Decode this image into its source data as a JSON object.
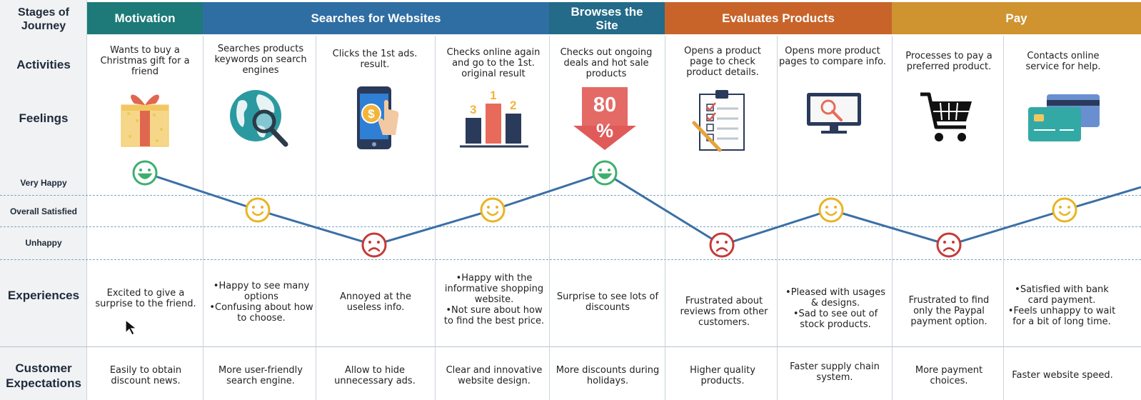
{
  "row_labels": {
    "stages": "Stages of Journey",
    "activities": "Activities",
    "feelings": "Feelings",
    "very_happy": "Very Happy",
    "overall_satisfied": "Overall Satisfied",
    "unhappy": "Unhappy",
    "experiences": "Experiences",
    "expectations": "Customer Expectations"
  },
  "stages": [
    {
      "name": "Motivation",
      "color": "#1d7a78"
    },
    {
      "name": "Searches for Websites",
      "color": "#2f6ea3"
    },
    {
      "name": "Browses the Site",
      "color": "#236b88"
    },
    {
      "name": "Evaluates Products",
      "color": "#c8642a"
    },
    {
      "name": "Pay",
      "color": "#cf9330"
    }
  ],
  "columns": [
    {
      "activity": "Wants to buy a Christmas gift for a friend",
      "icon": "gift-icon",
      "mood": "very-happy",
      "experience": [
        "Excited to give a surprise to the friend."
      ],
      "expectation": "Easily to obtain discount news."
    },
    {
      "activity": "Searches products keywords on search engines",
      "icon": "globe-search-icon",
      "mood": "satisfied",
      "experience": [
        "Happy to see many options",
        "Confusing about how to choose."
      ],
      "expectation": "More user-friendly search engine."
    },
    {
      "activity": "Clicks the 1st ads. result.",
      "icon": "phone-payment-icon",
      "mood": "unhappy",
      "experience": [
        "Annoyed at the useless info."
      ],
      "expectation": "Allow to hide unnecessary ads."
    },
    {
      "activity": "Checks online again and go to the 1st. original result",
      "icon": "ranking-podium-icon",
      "mood": "satisfied",
      "experience": [
        "Happy with the informative shopping website.",
        "Not sure about how to find the best price."
      ],
      "expectation": "Clear and innovative website design."
    },
    {
      "activity": "Checks out ongoing deals and hot sale products",
      "icon": "discount-arrow-icon",
      "mood": "very-happy",
      "experience": [
        "Surprise to see lots of discounts"
      ],
      "expectation": "More discounts during holidays."
    },
    {
      "activity": "Opens a product page to check product details.",
      "icon": "checklist-icon",
      "mood": "unhappy",
      "experience": [
        "Frustrated about reviews from other customers."
      ],
      "expectation": "Higher quality products."
    },
    {
      "activity": "Opens more product pages to compare info.",
      "icon": "monitor-search-icon",
      "mood": "satisfied",
      "experience": [
        "Pleased with usages & designs.",
        "Sad to see out of stock products."
      ],
      "expectation": "Faster supply chain system."
    },
    {
      "activity": "Processes to pay a preferred product.",
      "icon": "shopping-cart-icon",
      "mood": "unhappy",
      "experience": [
        "Frustrated to find only the Paypal payment option."
      ],
      "expectation": "More payment choices."
    },
    {
      "activity": "Contacts online service for help.",
      "icon": "credit-card-icon",
      "mood": "satisfied",
      "experience": [
        "Satisfied with bank card payment.",
        "Feels unhappy to wait for a bit of long time."
      ],
      "expectation": "Faster website speed."
    }
  ],
  "icons": {
    "discount_number": "80",
    "discount_percent": "%",
    "podium_1": "1",
    "podium_2": "2",
    "podium_3": "3"
  },
  "colors": {
    "very_happy_face": "#3fae6f",
    "satisfied_face": "#e9b422",
    "unhappy_face": "#c63a36",
    "journey_line": "#3b6fa6",
    "label_column": "#f0f2f4"
  }
}
